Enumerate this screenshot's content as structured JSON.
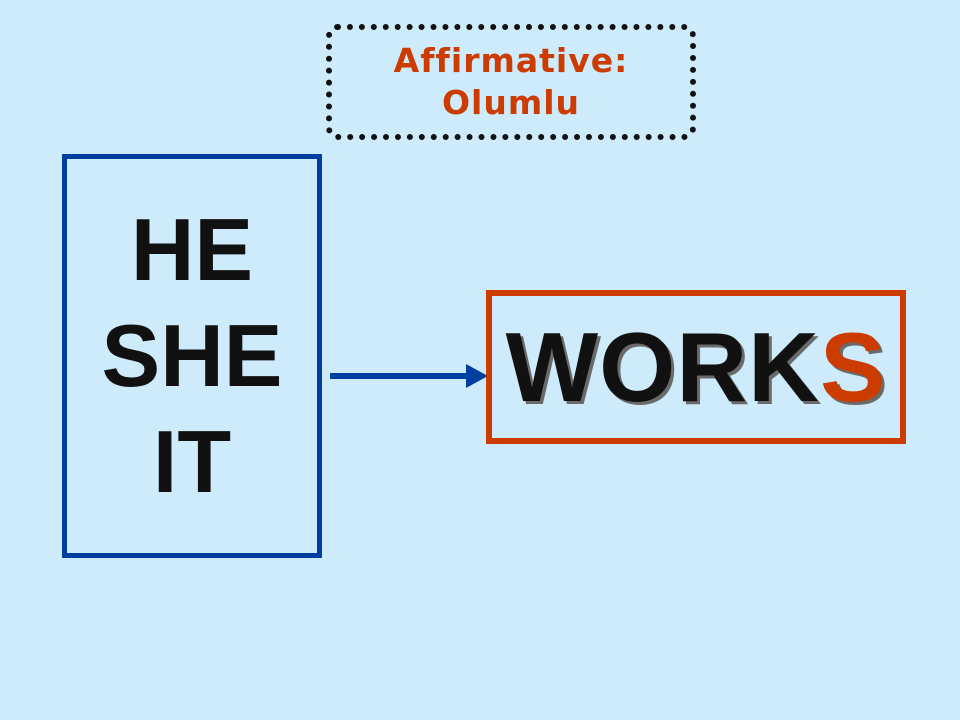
{
  "title": {
    "line1": "Affirmative:",
    "line2": "Olumlu"
  },
  "pronouns": [
    "HE",
    "SHE",
    "IT"
  ],
  "verb": {
    "stem": "WORK",
    "suffix": "S"
  },
  "colors": {
    "background": "#cdebfb",
    "accent": "#cc3b00",
    "pronoun_border": "#003f9f",
    "arrow": "#003f9f",
    "text": "#111111"
  },
  "icons": {
    "connector": "arrow-right-icon"
  }
}
